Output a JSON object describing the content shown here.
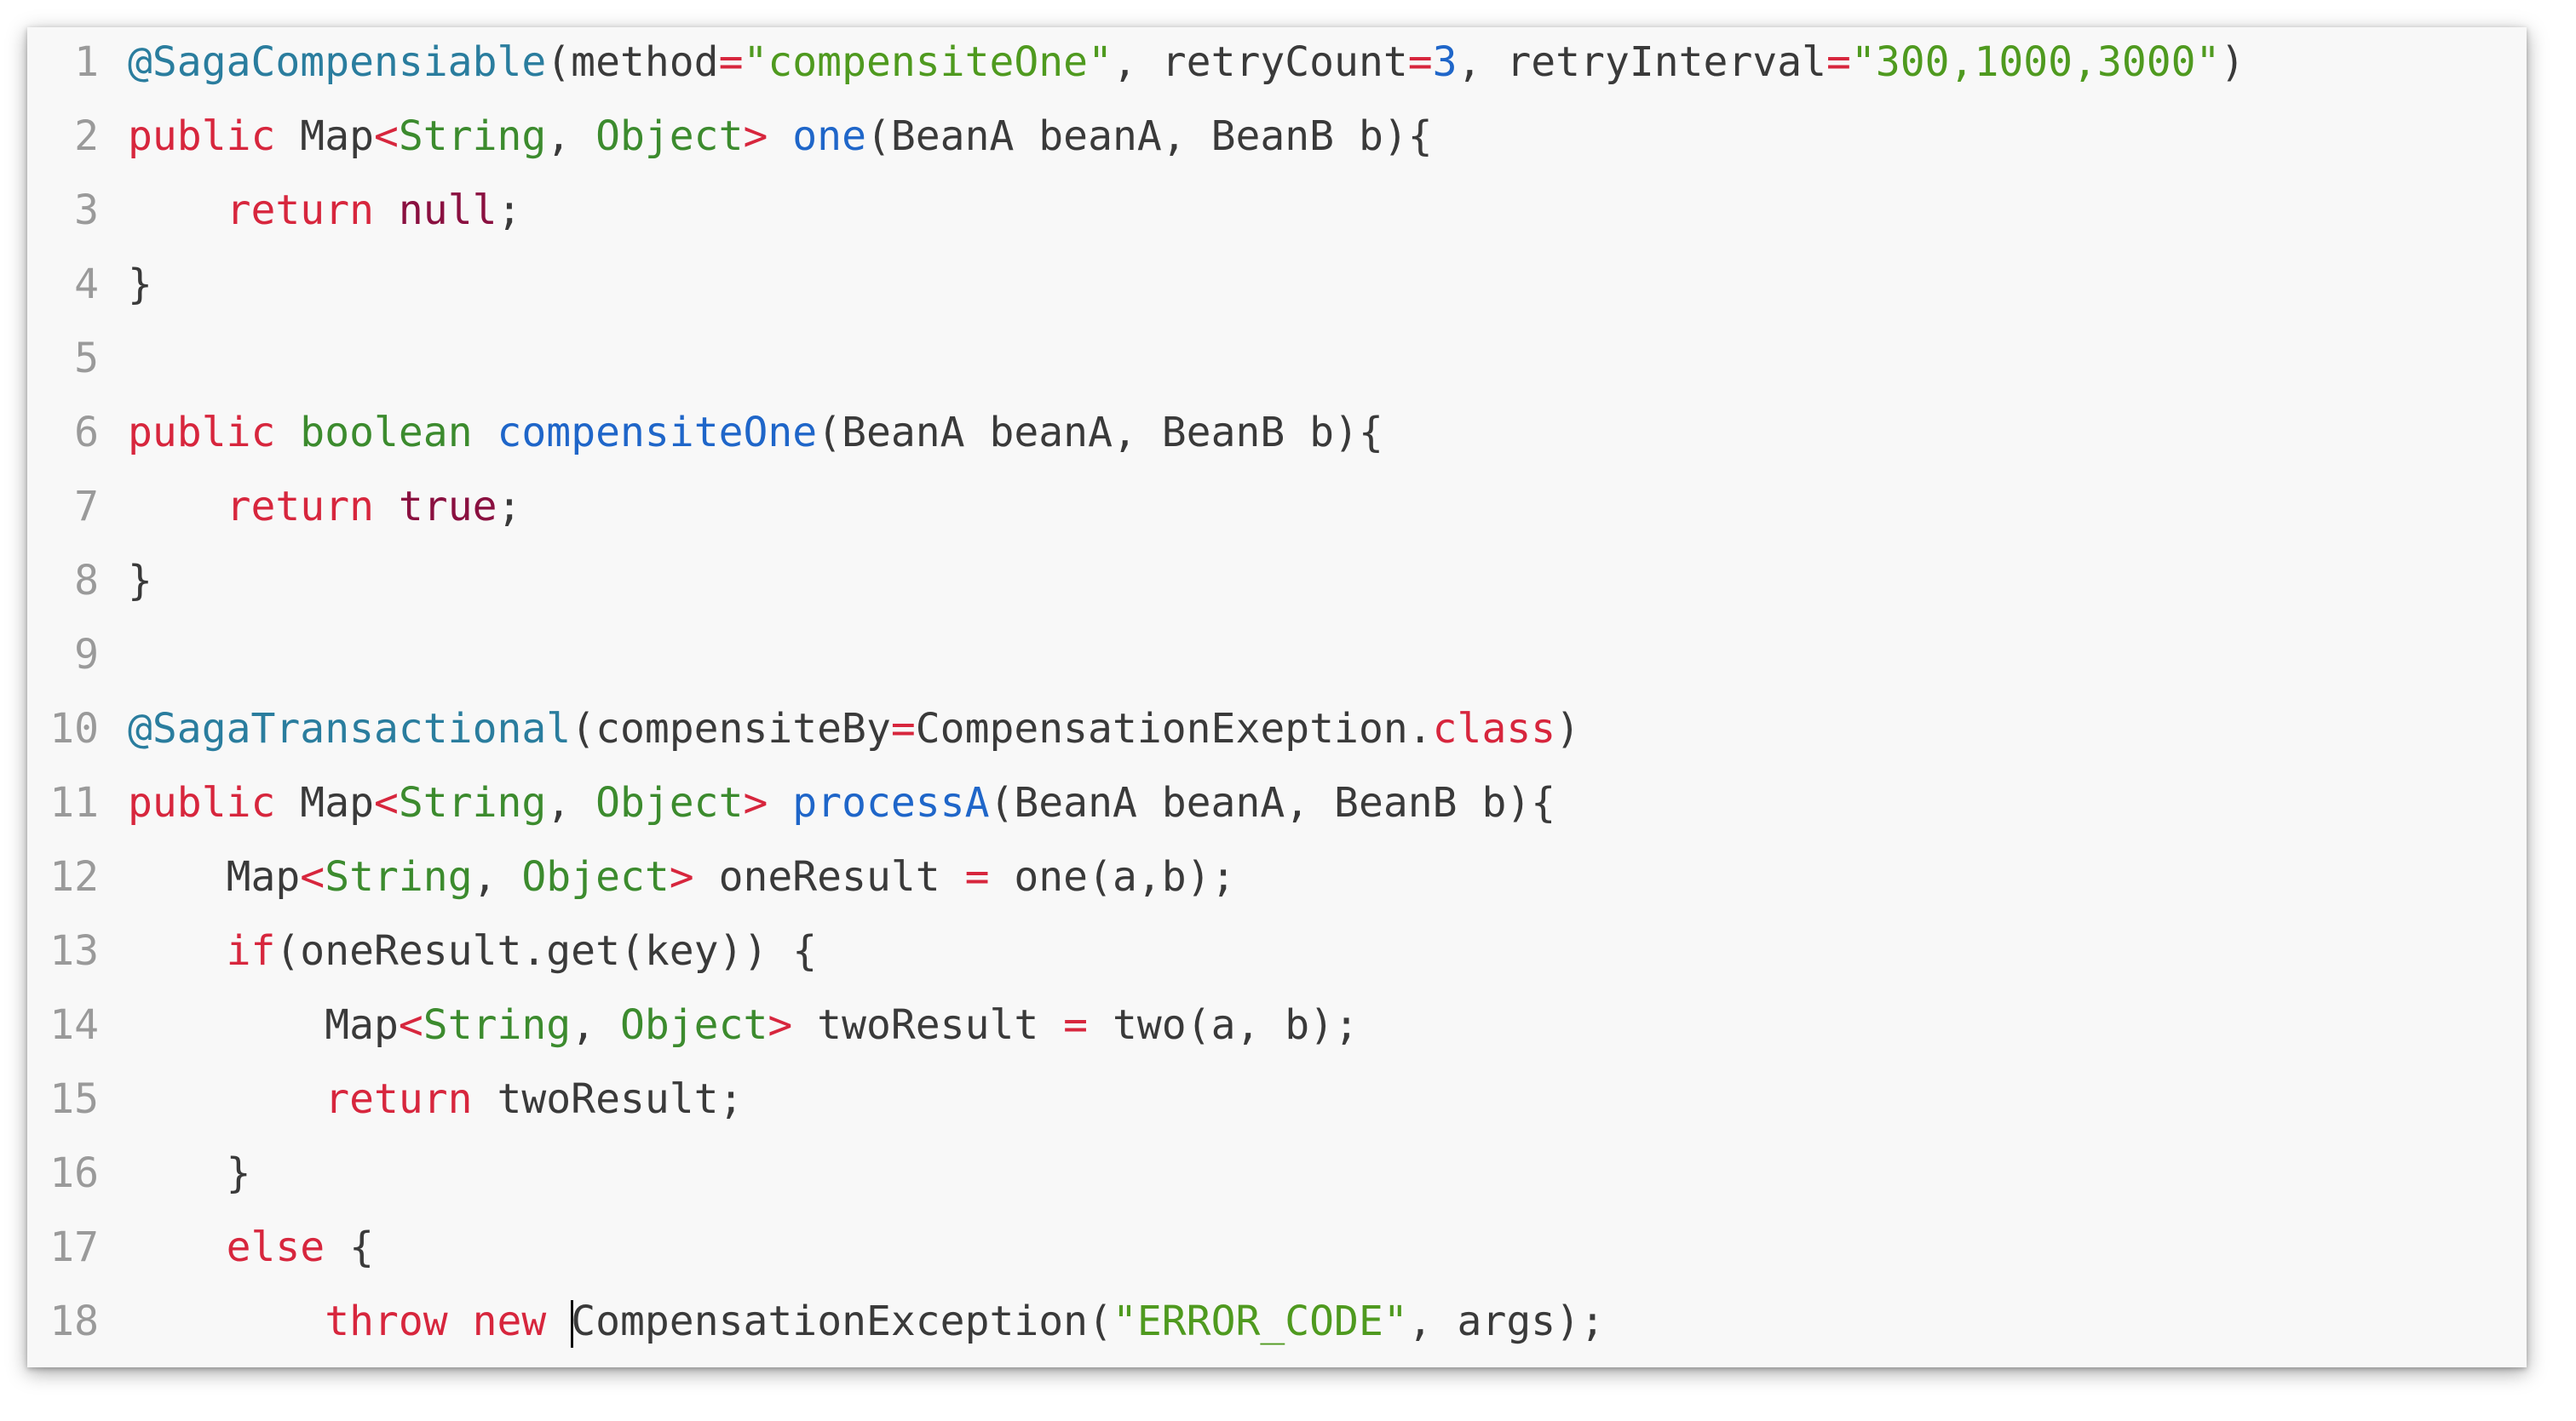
{
  "editor": {
    "lines": [
      {
        "num": "1",
        "tokens": [
          {
            "t": "anno",
            "v": "@SagaCompensiable"
          },
          {
            "t": "plain",
            "v": "(method"
          },
          {
            "t": "op",
            "v": "="
          },
          {
            "t": "str",
            "v": "\"compensiteOne\""
          },
          {
            "t": "plain",
            "v": ", retryCount"
          },
          {
            "t": "op",
            "v": "="
          },
          {
            "t": "num",
            "v": "3"
          },
          {
            "t": "plain",
            "v": ", retryInterval"
          },
          {
            "t": "op",
            "v": "="
          },
          {
            "t": "str",
            "v": "\"300,1000,3000\""
          },
          {
            "t": "plain",
            "v": ")"
          }
        ]
      },
      {
        "num": "2",
        "tokens": [
          {
            "t": "kw",
            "v": "public"
          },
          {
            "t": "plain",
            "v": " Map"
          },
          {
            "t": "op",
            "v": "<"
          },
          {
            "t": "type",
            "v": "String"
          },
          {
            "t": "plain",
            "v": ", "
          },
          {
            "t": "type",
            "v": "Object"
          },
          {
            "t": "op",
            "v": ">"
          },
          {
            "t": "plain",
            "v": " "
          },
          {
            "t": "fn",
            "v": "one"
          },
          {
            "t": "plain",
            "v": "(BeanA beanA, BeanB b){"
          }
        ]
      },
      {
        "num": "3",
        "tokens": [
          {
            "t": "plain",
            "v": "    "
          },
          {
            "t": "kw",
            "v": "return"
          },
          {
            "t": "plain",
            "v": " "
          },
          {
            "t": "lit",
            "v": "null"
          },
          {
            "t": "plain",
            "v": ";"
          }
        ]
      },
      {
        "num": "4",
        "tokens": [
          {
            "t": "plain",
            "v": "}"
          }
        ]
      },
      {
        "num": "5",
        "tokens": []
      },
      {
        "num": "6",
        "tokens": [
          {
            "t": "kw",
            "v": "public"
          },
          {
            "t": "plain",
            "v": " "
          },
          {
            "t": "type",
            "v": "boolean"
          },
          {
            "t": "plain",
            "v": " "
          },
          {
            "t": "fn",
            "v": "compensiteOne"
          },
          {
            "t": "plain",
            "v": "(BeanA beanA, BeanB b){"
          }
        ]
      },
      {
        "num": "7",
        "tokens": [
          {
            "t": "plain",
            "v": "    "
          },
          {
            "t": "kw",
            "v": "return"
          },
          {
            "t": "plain",
            "v": " "
          },
          {
            "t": "lit",
            "v": "true"
          },
          {
            "t": "plain",
            "v": ";"
          }
        ]
      },
      {
        "num": "8",
        "tokens": [
          {
            "t": "plain",
            "v": "}"
          }
        ]
      },
      {
        "num": "9",
        "tokens": []
      },
      {
        "num": "10",
        "tokens": [
          {
            "t": "anno",
            "v": "@SagaTransactional"
          },
          {
            "t": "plain",
            "v": "(compensiteBy"
          },
          {
            "t": "op",
            "v": "="
          },
          {
            "t": "plain",
            "v": "CompensationExeption."
          },
          {
            "t": "kw",
            "v": "class"
          },
          {
            "t": "plain",
            "v": ")"
          }
        ]
      },
      {
        "num": "11",
        "tokens": [
          {
            "t": "kw",
            "v": "public"
          },
          {
            "t": "plain",
            "v": " Map"
          },
          {
            "t": "op",
            "v": "<"
          },
          {
            "t": "type",
            "v": "String"
          },
          {
            "t": "plain",
            "v": ", "
          },
          {
            "t": "type",
            "v": "Object"
          },
          {
            "t": "op",
            "v": ">"
          },
          {
            "t": "plain",
            "v": " "
          },
          {
            "t": "fn",
            "v": "processA"
          },
          {
            "t": "plain",
            "v": "(BeanA beanA, BeanB b){"
          }
        ]
      },
      {
        "num": "12",
        "tokens": [
          {
            "t": "plain",
            "v": "    Map"
          },
          {
            "t": "op",
            "v": "<"
          },
          {
            "t": "type",
            "v": "String"
          },
          {
            "t": "plain",
            "v": ", "
          },
          {
            "t": "type",
            "v": "Object"
          },
          {
            "t": "op",
            "v": ">"
          },
          {
            "t": "plain",
            "v": " oneResult "
          },
          {
            "t": "op",
            "v": "="
          },
          {
            "t": "plain",
            "v": " one(a,b);"
          }
        ]
      },
      {
        "num": "13",
        "tokens": [
          {
            "t": "plain",
            "v": "    "
          },
          {
            "t": "kw",
            "v": "if"
          },
          {
            "t": "plain",
            "v": "(oneResult.get(key)) {"
          }
        ]
      },
      {
        "num": "14",
        "tokens": [
          {
            "t": "plain",
            "v": "        Map"
          },
          {
            "t": "op",
            "v": "<"
          },
          {
            "t": "type",
            "v": "String"
          },
          {
            "t": "plain",
            "v": ", "
          },
          {
            "t": "type",
            "v": "Object"
          },
          {
            "t": "op",
            "v": ">"
          },
          {
            "t": "plain",
            "v": " twoResult "
          },
          {
            "t": "op",
            "v": "="
          },
          {
            "t": "plain",
            "v": " two(a, b);"
          }
        ]
      },
      {
        "num": "15",
        "tokens": [
          {
            "t": "plain",
            "v": "        "
          },
          {
            "t": "kw",
            "v": "return"
          },
          {
            "t": "plain",
            "v": " twoResult;"
          }
        ]
      },
      {
        "num": "16",
        "tokens": [
          {
            "t": "plain",
            "v": "    }"
          }
        ]
      },
      {
        "num": "17",
        "tokens": [
          {
            "t": "plain",
            "v": "    "
          },
          {
            "t": "kw",
            "v": "else"
          },
          {
            "t": "plain",
            "v": " {"
          }
        ]
      },
      {
        "num": "18",
        "tokens": [
          {
            "t": "plain",
            "v": "        "
          },
          {
            "t": "kw",
            "v": "throw"
          },
          {
            "t": "plain",
            "v": " "
          },
          {
            "t": "kw",
            "v": "new"
          },
          {
            "t": "plain",
            "v": " "
          },
          {
            "t": "plain",
            "v": "CompensationException("
          },
          {
            "t": "str",
            "v": "\"ERROR_CODE\""
          },
          {
            "t": "plain",
            "v": ", args);"
          }
        ]
      }
    ],
    "caret_line": "18",
    "caret_before_text": "CompensationException("
  },
  "colors": {
    "background": "#f8f8f8",
    "line_number": "#9a9a9a",
    "annotation": "#2a7d9e",
    "keyword": "#d7263d",
    "type": "#3c8b2e",
    "string": "#4f9a1f",
    "function": "#1f66c9",
    "number": "#1f66c9",
    "literal": "#8a1040",
    "plain": "#3a3a3a"
  }
}
